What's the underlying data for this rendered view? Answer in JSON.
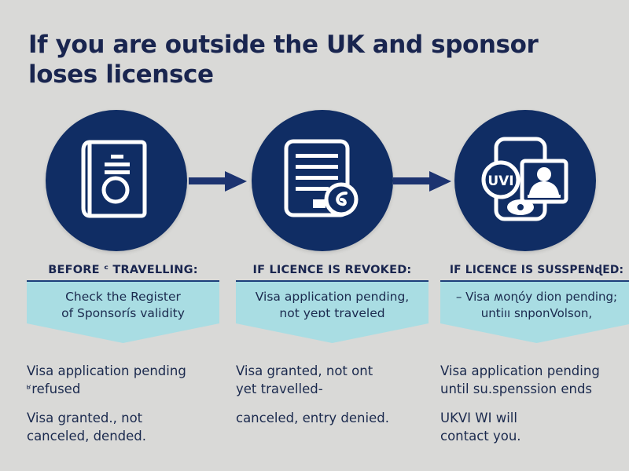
{
  "page": {
    "background_color": "#d9d9d7",
    "navy": "#102d64",
    "text_navy": "#1b2a4e",
    "teal": "#a9dde3"
  },
  "title": {
    "line1": "If you are outside the UK and sponsor",
    "line2": "loses licensce"
  },
  "steps": [
    {
      "icon_name": "passport-book-icon",
      "arrow_after": true
    },
    {
      "icon_name": "document-seal-icon",
      "arrow_after": true
    },
    {
      "icon_name": "mobile-ukvi-profile-icon",
      "arrow_after": false
    }
  ],
  "arrows": [
    {
      "name": "arrow-step-1-to-2"
    },
    {
      "name": "arrow-step-2-to-3"
    }
  ],
  "columns": [
    {
      "heading": "BEFORE ᶜ TRAVELLING:",
      "callout": [
        "Check the Register",
        "of Sponsorís validity"
      ],
      "paragraphs": [
        [
          "Visa application pending",
          "ʶrefused"
        ],
        [
          "Visa granted.,  not",
          "canceled, dended."
        ]
      ]
    },
    {
      "heading": "IF LICENCE IS REVOKED:",
      "callout": [
        "Visa application pending,",
        "not yeɒt traveled"
      ],
      "paragraphs": [
        [
          "Visa granted,   not ont",
          "yet  travelled-"
        ],
        [
          "canceled, entry denied."
        ]
      ]
    },
    {
      "heading": "IF  LICENCE IS SUSSPENɖED:",
      "callout": [
        "– Visa  ʍoɳóy dion pending;",
        "untiıı snponVolson,"
      ],
      "paragraphs": [
        [
          "Visa application pending",
          "until su.spenssion ends"
        ],
        [
          "UKVI WI will",
          "contact you."
        ]
      ]
    }
  ]
}
